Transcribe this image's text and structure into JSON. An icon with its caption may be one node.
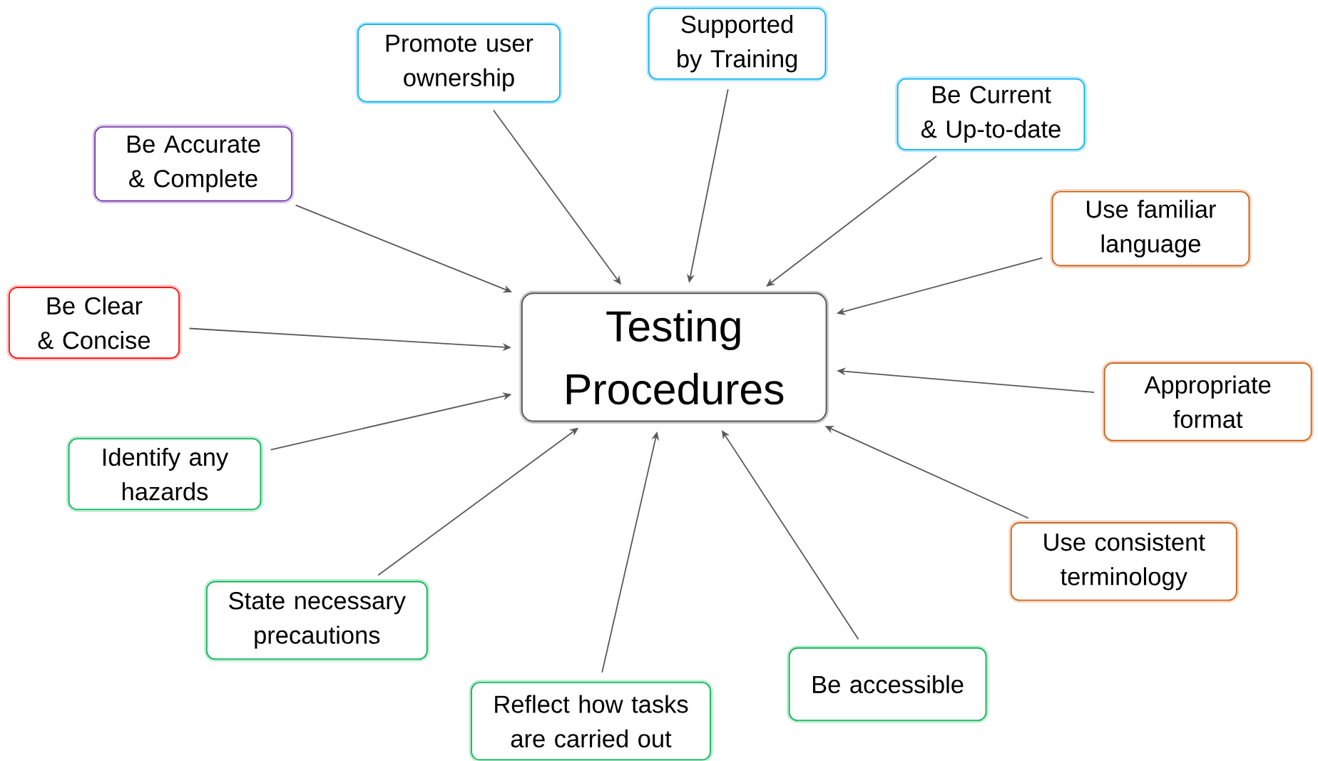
{
  "diagram": {
    "nodes": [
      {
        "text": [
          "Testing Procedures"
        ]
      },
      {
        "text": [
          "Promote user ownership"
        ]
      },
      {
        "text": [
          "Supported by Training"
        ]
      },
      {
        "text": [
          "Be Current & Up-to-date"
        ]
      },
      {
        "text": [
          "Be Accurate & Complete"
        ]
      },
      {
        "text": [
          "Use familiar language"
        ]
      },
      {
        "text": [
          "Be Clear & Concise"
        ]
      },
      {
        "text": [
          "Appropriate format"
        ]
      },
      {
        "text": [
          "Identify any hazards"
        ]
      },
      {
        "text": [
          "Use consistent terminology"
        ]
      },
      {
        "text": [
          "State necessary precautions"
        ]
      },
      {
        "text": [
          "Be accessible"
        ]
      },
      {
        "text": [
          "Reflect how tasks are carried out"
        ]
      }
    ],
    "edges": [
      {
        "from": 1,
        "to": 0,
        "arrow": "to"
      },
      {
        "from": 2,
        "to": 0,
        "arrow": "to"
      },
      {
        "from": 3,
        "to": 0,
        "arrow": "to"
      },
      {
        "from": 4,
        "to": 0,
        "arrow": "to"
      },
      {
        "from": 5,
        "to": 0,
        "arrow": "to"
      },
      {
        "from": 6,
        "to": 0,
        "arrow": "to"
      },
      {
        "from": 7,
        "to": 0,
        "arrow": "to"
      },
      {
        "from": 8,
        "to": 0,
        "arrow": "to"
      },
      {
        "from": 9,
        "to": 0,
        "arrow": "to"
      },
      {
        "from": 10,
        "to": 0,
        "arrow": "to"
      },
      {
        "from": 11,
        "to": 0,
        "arrow": "to"
      },
      {
        "from": 12,
        "to": 0,
        "arrow": "to"
      }
    ]
  }
}
